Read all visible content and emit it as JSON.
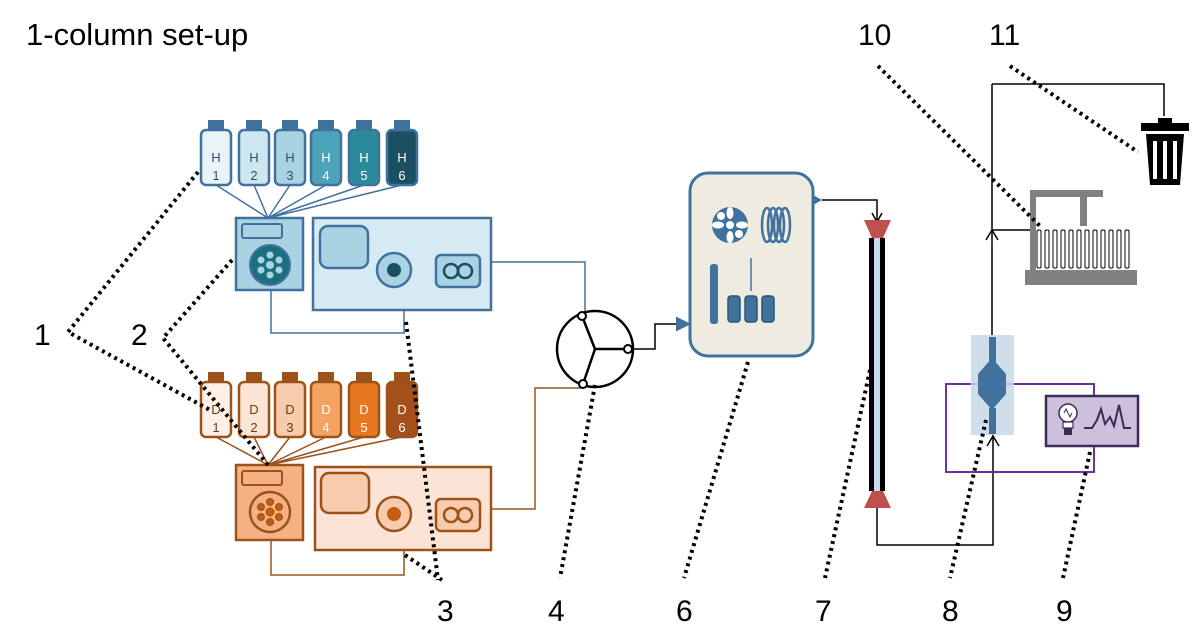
{
  "title": "1-column set-up",
  "labels": {
    "l1": "1",
    "l2": "2",
    "l3": "3",
    "l4": "4",
    "l6": "6",
    "l7": "7",
    "l8": "8",
    "l9": "9",
    "l10": "10",
    "l11": "11"
  },
  "bottles_h": [
    {
      "letter": "H",
      "num": "1"
    },
    {
      "letter": "H",
      "num": "2"
    },
    {
      "letter": "H",
      "num": "3"
    },
    {
      "letter": "H",
      "num": "4"
    },
    {
      "letter": "H",
      "num": "5"
    },
    {
      "letter": "H",
      "num": "6"
    }
  ],
  "bottles_d": [
    {
      "letter": "D",
      "num": "1"
    },
    {
      "letter": "D",
      "num": "2"
    },
    {
      "letter": "D",
      "num": "3"
    },
    {
      "letter": "D",
      "num": "4"
    },
    {
      "letter": "D",
      "num": "5"
    },
    {
      "letter": "D",
      "num": "6"
    }
  ],
  "colors": {
    "blue_outline": "#41729e",
    "blue_fill": "#d5eaf2",
    "orange_outline": "#9c5219",
    "orange_fill": "#fbe4d5",
    "purple": "#7030a0",
    "column_end": "#c0504d"
  }
}
